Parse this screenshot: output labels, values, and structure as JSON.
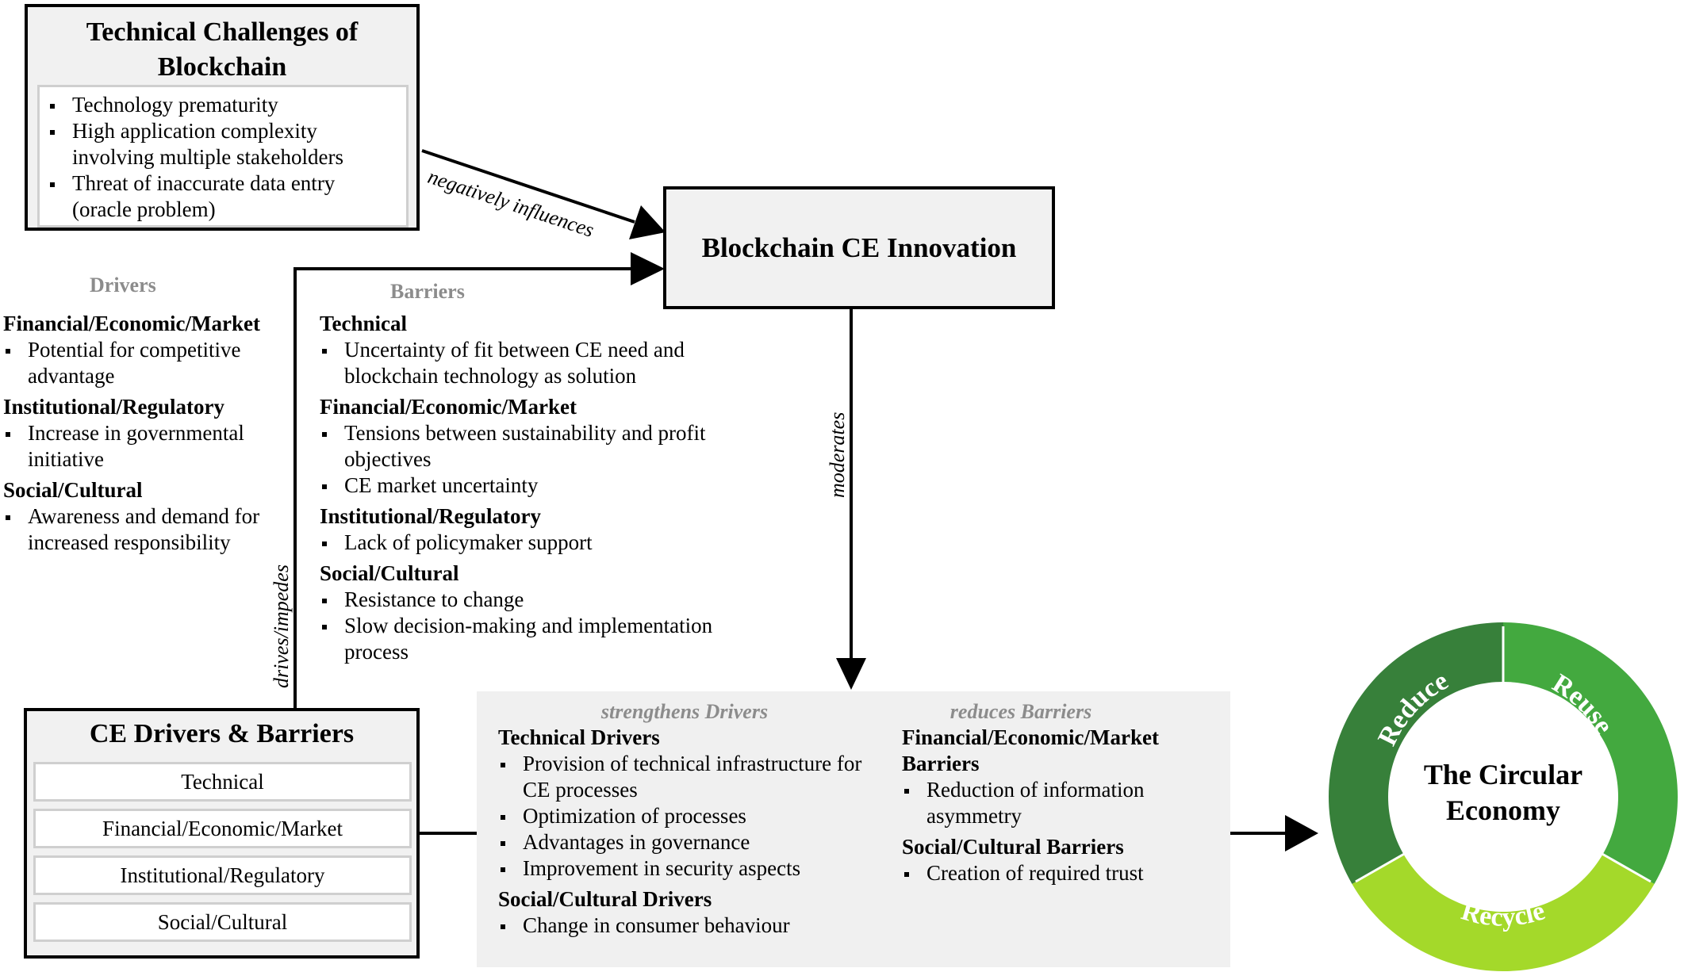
{
  "tech_challenges": {
    "title": "Technical Challenges of Blockchain",
    "items": [
      "Technology prematurity",
      "High application complexity involving multiple stakeholders",
      "Threat of inaccurate data entry (oracle problem)"
    ]
  },
  "labels": {
    "negatively_influences": "negatively influences",
    "moderates": "moderates",
    "drives_impedes": "drives/impedes"
  },
  "innovation": {
    "title": "Blockchain CE Innovation"
  },
  "drivers": {
    "heading": "Drivers",
    "groups": [
      {
        "title": "Financial/Economic/Market",
        "items": [
          "Potential for competitive advantage"
        ]
      },
      {
        "title": "Institutional/Regulatory",
        "items": [
          "Increase in governmental initiative"
        ]
      },
      {
        "title": "Social/Cultural",
        "items": [
          "Awareness and demand for increased responsibility"
        ]
      }
    ]
  },
  "barriers": {
    "heading": "Barriers",
    "groups": [
      {
        "title": "Technical",
        "items": [
          "Uncertainty of fit between CE need and blockchain technology as solution"
        ]
      },
      {
        "title": "Financial/Economic/Market",
        "items": [
          "Tensions between sustainability and profit objectives",
          "CE market uncertainty"
        ]
      },
      {
        "title": "Institutional/Regulatory",
        "items": [
          "Lack of policymaker support"
        ]
      },
      {
        "title": "Social/Cultural",
        "items": [
          "Resistance to change",
          "Slow decision-making and implementation process"
        ]
      }
    ]
  },
  "ce_box": {
    "title": "CE Drivers & Barriers",
    "items": [
      "Technical",
      "Financial/Economic/Market",
      "Institutional/Regulatory",
      "Social/Cultural"
    ]
  },
  "effects": {
    "strengthens": {
      "heading": "strengthens Drivers",
      "groups": [
        {
          "title": "Technical Drivers",
          "items": [
            "Provision of technical infrastructure for CE processes",
            "Optimization of processes",
            "Advantages in governance",
            "Improvement in security aspects"
          ]
        },
        {
          "title": "Social/Cultural Drivers",
          "items": [
            "Change in consumer behaviour"
          ]
        }
      ]
    },
    "reduces": {
      "heading": "reduces Barriers",
      "groups": [
        {
          "title": "Financial/Economic/Market Barriers",
          "items": [
            "Reduction of information asymmetry"
          ]
        },
        {
          "title": "Social/Cultural Barriers",
          "items": [
            "Creation of required trust"
          ]
        }
      ]
    }
  },
  "circular_economy": {
    "center_title": "The Circular Economy",
    "segments": [
      {
        "label": "Reduce",
        "color": "#37803a"
      },
      {
        "label": "Reuse",
        "color": "#43a93f"
      },
      {
        "label": "Recycle",
        "color": "#a4d92a"
      }
    ]
  }
}
